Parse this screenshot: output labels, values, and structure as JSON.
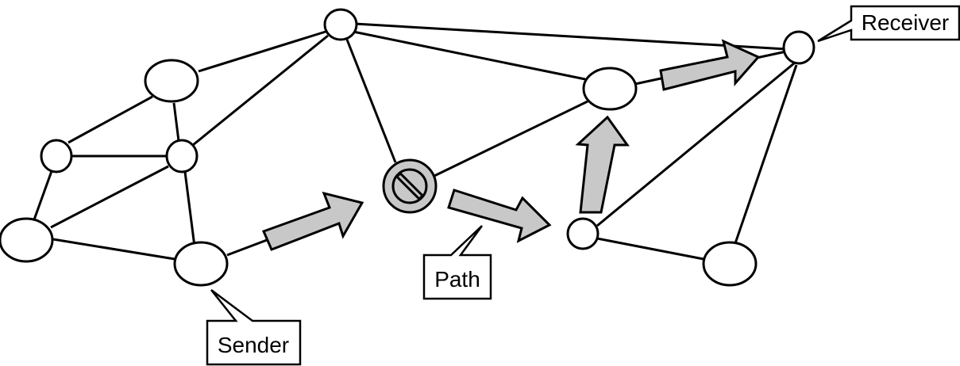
{
  "diagram": {
    "labels": {
      "receiver": "Receiver",
      "path": "Path",
      "sender": "Sender"
    },
    "icons": {
      "blocked_node": "prohibited-icon",
      "path_arrow": "arrow-right-icon"
    },
    "colors": {
      "line": "#000000",
      "node_fill": "#ffffff",
      "arrow_fill": "#c8c8c8"
    }
  }
}
